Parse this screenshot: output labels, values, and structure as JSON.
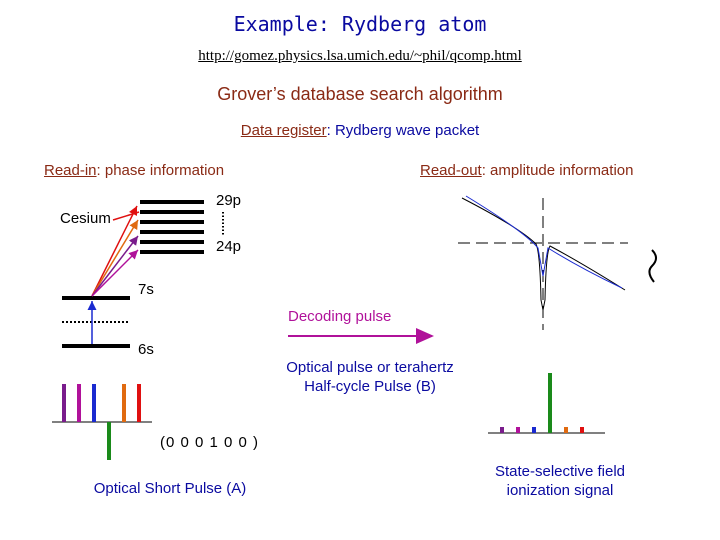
{
  "header": {
    "title": "Example: Rydberg atom",
    "url": "http://gomez.physics.lsa.umich.edu/~phil/qcomp.html",
    "subtitle": "Grover’s database search algorithm"
  },
  "data_register": {
    "term": "Data register",
    "rest": ": Rydberg wave packet"
  },
  "read_in": {
    "term": "Read-in",
    "rest": ": phase information"
  },
  "read_out": {
    "term": "Read-out",
    "rest": ": amplitude information"
  },
  "levels": {
    "atom": "Cesium",
    "top": "29p",
    "bottom": "24p",
    "s7": "7s",
    "s6": "6s"
  },
  "decoding_pulse": "Decoding pulse",
  "optical_pulse": {
    "line1": "Optical pulse or terahertz",
    "line2": "Half-cycle Pulse (B)"
  },
  "sequence": "(0 0 0 1 0 0 )",
  "optical_short_pulse": "Optical Short Pulse (A)",
  "ionization": {
    "line1": "State-selective field",
    "line2": "ionization signal"
  },
  "pulse_colors": [
    "#7a1c8c",
    "#b0119a",
    "#1a2ad0",
    "#1a8a1a",
    "#e06a10",
    "#e01010"
  ],
  "pulse_signs": [
    1,
    1,
    1,
    -1,
    1,
    1
  ],
  "ion_values": [
    0.1,
    0.1,
    0.1,
    1.0,
    0.1,
    0.1
  ]
}
